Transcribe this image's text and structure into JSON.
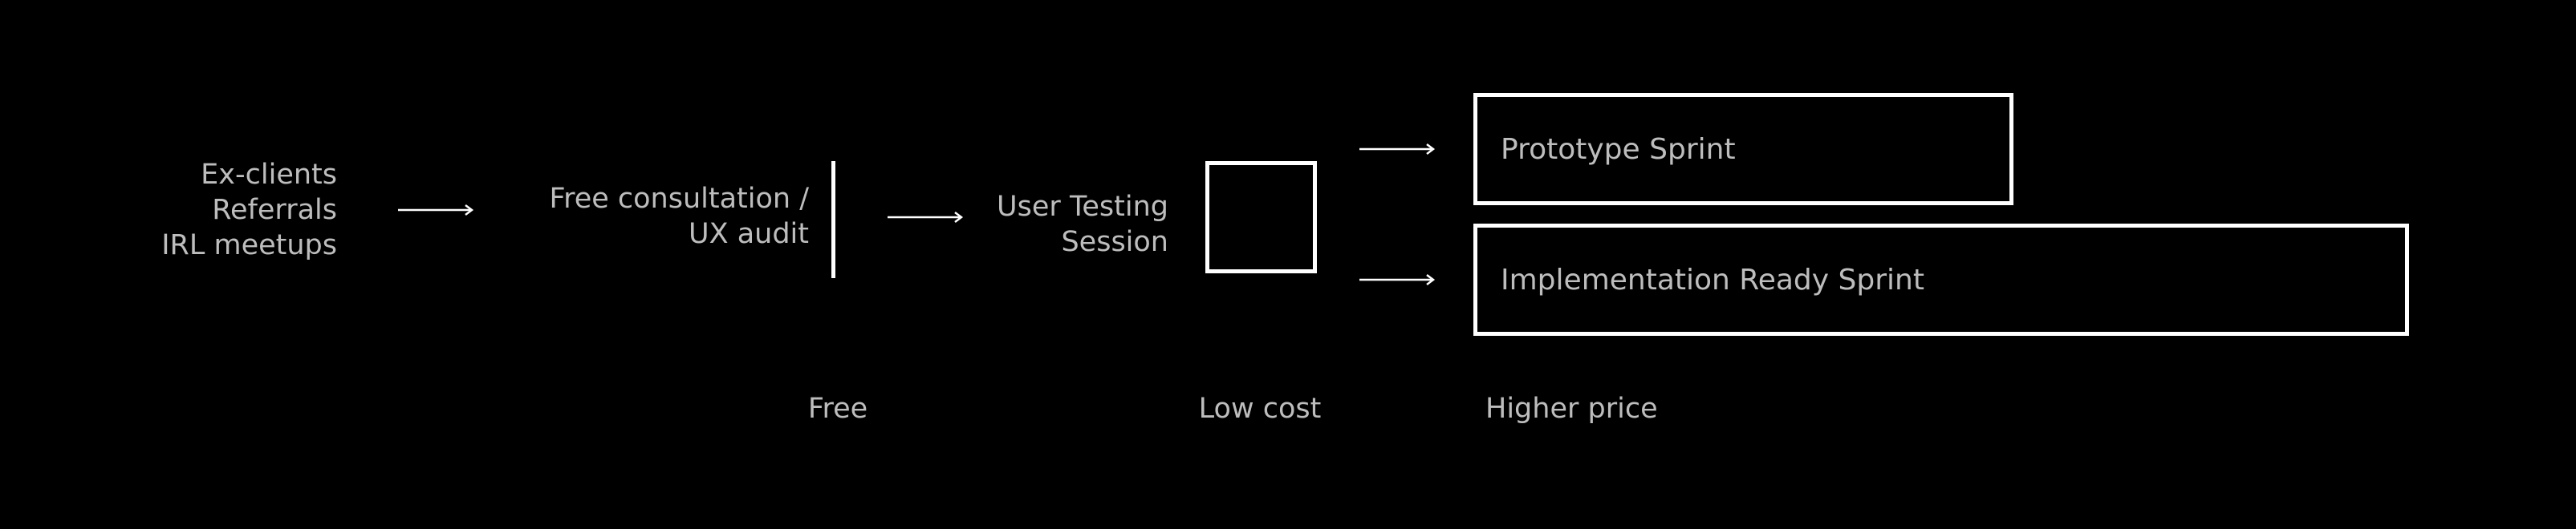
{
  "sources": [
    "Ex-clients",
    "Referrals",
    "IRL meetups"
  ],
  "consultation": {
    "line1": "Free consultation /",
    "line2": "UX audit"
  },
  "testing": {
    "line1": "User Testing",
    "line2": "Session"
  },
  "sprints": {
    "prototype": "Prototype Sprint",
    "implementation": "Implementation Ready Sprint"
  },
  "pricing": {
    "free": "Free",
    "low_cost": "Low cost",
    "higher_price": "Higher price"
  }
}
